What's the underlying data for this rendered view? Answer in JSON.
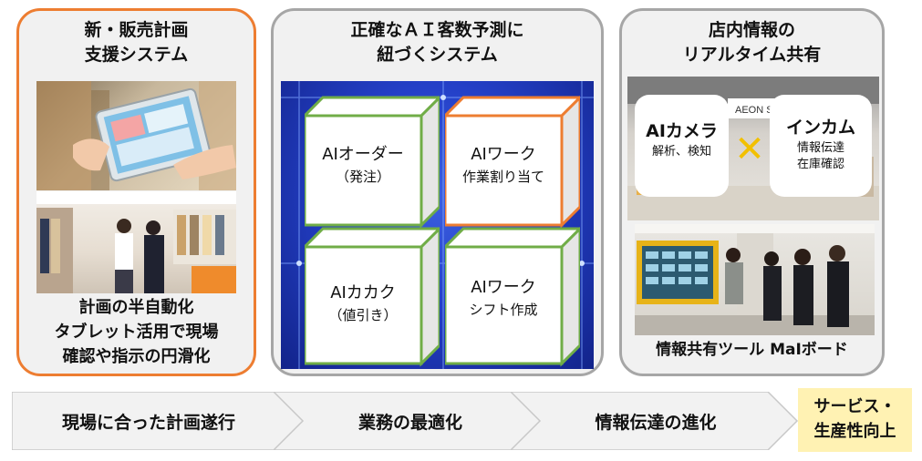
{
  "panels": {
    "sales_planning": {
      "title_line1": "新・販売計画",
      "title_line2": "支援システム",
      "bottom_line1": "計画の半自動化",
      "bottom_line2": "タブレット活用で現場",
      "bottom_line3": "確認や指示の円滑化",
      "accent": "#ed7d31"
    },
    "ai_forecast": {
      "title_line1": "正確なＡＩ客数予測に",
      "title_line2": "紐づくシステム",
      "cubes": [
        {
          "label": "AIオーダー",
          "sub": "（発注）",
          "color": "#70ad47"
        },
        {
          "label": "AIワーク",
          "sub": "作業割り当て",
          "color": "#ed7d31"
        },
        {
          "label": "AIカカク",
          "sub": "（値引き）",
          "color": "#70ad47"
        },
        {
          "label": "AIワーク",
          "sub": "シフト作成",
          "color": "#70ad47"
        }
      ]
    },
    "store_info": {
      "title_line1": "店内情報の",
      "title_line2": "リアルタイム共有",
      "camera_title": "AIカメラ",
      "camera_sub": "解析、検知",
      "intercom_title": "インカム",
      "intercom_sub1": "情報伝達",
      "intercom_sub2": "在庫確認",
      "cross_symbol": "✕",
      "store_sign": "AEON STYLE",
      "bottom": "情報共有ツール MaIボード"
    }
  },
  "flow": {
    "step1": "現場に合った計画遂行",
    "step2": "業務の最適化",
    "step3": "情報伝達の進化",
    "goal_line1": "サービス・",
    "goal_line2": "生産性向上",
    "goal_color": "#fff2b3"
  }
}
